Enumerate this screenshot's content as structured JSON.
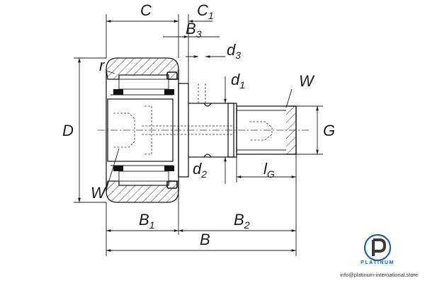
{
  "labels": {
    "C": "C",
    "C1": "C",
    "C1_sub": "1",
    "B3": "B",
    "B3_sub": "3",
    "d3": "d",
    "d3_sub": "3",
    "d1": "d",
    "d1_sub": "1",
    "r": "r",
    "W_top": "W",
    "D": "D",
    "G": "G",
    "d2": "d",
    "d2_sub": "2",
    "lG": "l",
    "lG_sub": "G",
    "W_bottom": "W",
    "B1": "B",
    "B1_sub": "1",
    "B2": "B",
    "B2_sub": "2",
    "B": "B"
  },
  "logo": {
    "brand": "PLATINUM",
    "email": "info@platinum-international.store",
    "colors": {
      "blue": "#1b62a8",
      "dark": "#3a3a3a"
    }
  },
  "colors": {
    "hatch": "#1a1a1a",
    "seal": "#111111"
  }
}
